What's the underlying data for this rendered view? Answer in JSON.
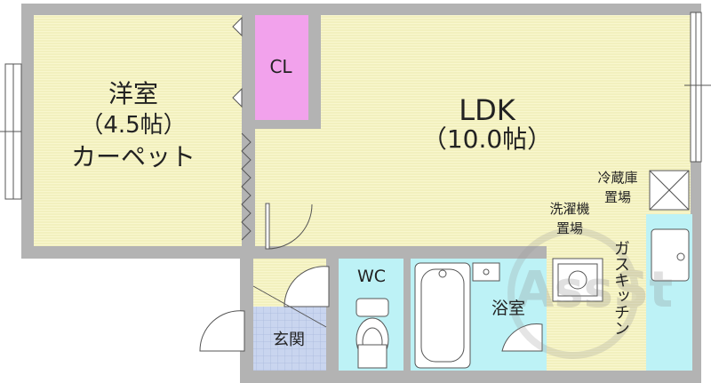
{
  "rooms": {
    "western": {
      "name": "洋室",
      "size": "（4.5帖）",
      "floor": "カーペット"
    },
    "ldk": {
      "name": "LDK",
      "size": "（10.0帖）"
    },
    "closet": {
      "name": "CL"
    },
    "wc": {
      "name": "WC"
    },
    "bath": {
      "name": "浴室"
    },
    "entrance": {
      "name": "玄関"
    }
  },
  "fixtures": {
    "fridge": {
      "line1": "冷蔵庫",
      "line2": "置場"
    },
    "washer": {
      "line1": "洗濯機",
      "line2": "置場"
    },
    "kitchen": {
      "name": "ガスキッチン"
    }
  },
  "watermark": {
    "text": "AssSt"
  },
  "colors": {
    "wall": "#b3b3b3",
    "room_floor": "#f9f7cf",
    "closet": "#f2a2ec",
    "wc": "#bdf2f6",
    "bath": "#bdf2f6",
    "entrance": "#c9d5ef",
    "kitchen": "#bdf2f6"
  }
}
